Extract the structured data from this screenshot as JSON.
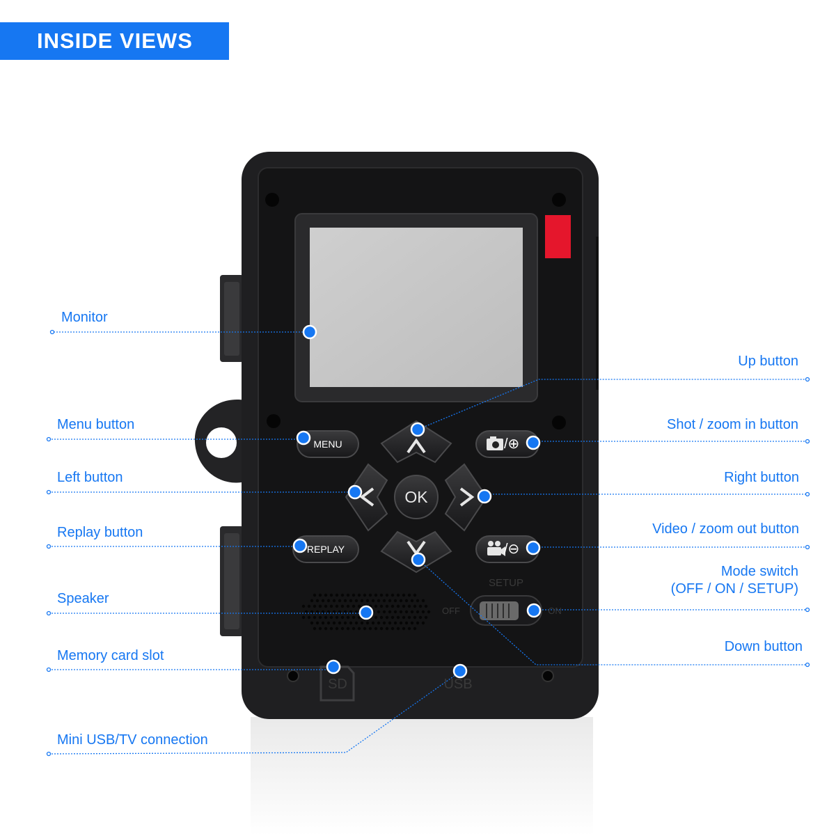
{
  "banner": {
    "title": "INSIDE VIEWS"
  },
  "callouts": {
    "monitor": "Monitor",
    "menu_button": "Menu button",
    "left_button": "Left button",
    "replay_button": "Replay button",
    "speaker": "Speaker",
    "memory_card_slot": "Memory card slot",
    "mini_usb": "Mini USB/TV connection",
    "up_button": "Up button",
    "shot_zoom_in_button": "Shot / zoom in button",
    "right_button": "Right button",
    "video_zoom_out_button": "Video / zoom out button",
    "mode_switch": "Mode switch",
    "mode_switch_positions": "(OFF / ON / SETUP)",
    "down_button": "Down button"
  },
  "device": {
    "menu_label": "MENU",
    "replay_label": "REPLAY",
    "ok_label": "OK",
    "setup_label": "SETUP",
    "off_label": "OFF",
    "on_label": "ON",
    "sd_label": "SD",
    "usb_label": "USB",
    "shot_symbol": "/⊕",
    "video_symbol": "/⊖"
  },
  "colors": {
    "accent": "#1677f2",
    "body": "#1f1f21",
    "panel": "#141415",
    "led": "#e5162c"
  }
}
